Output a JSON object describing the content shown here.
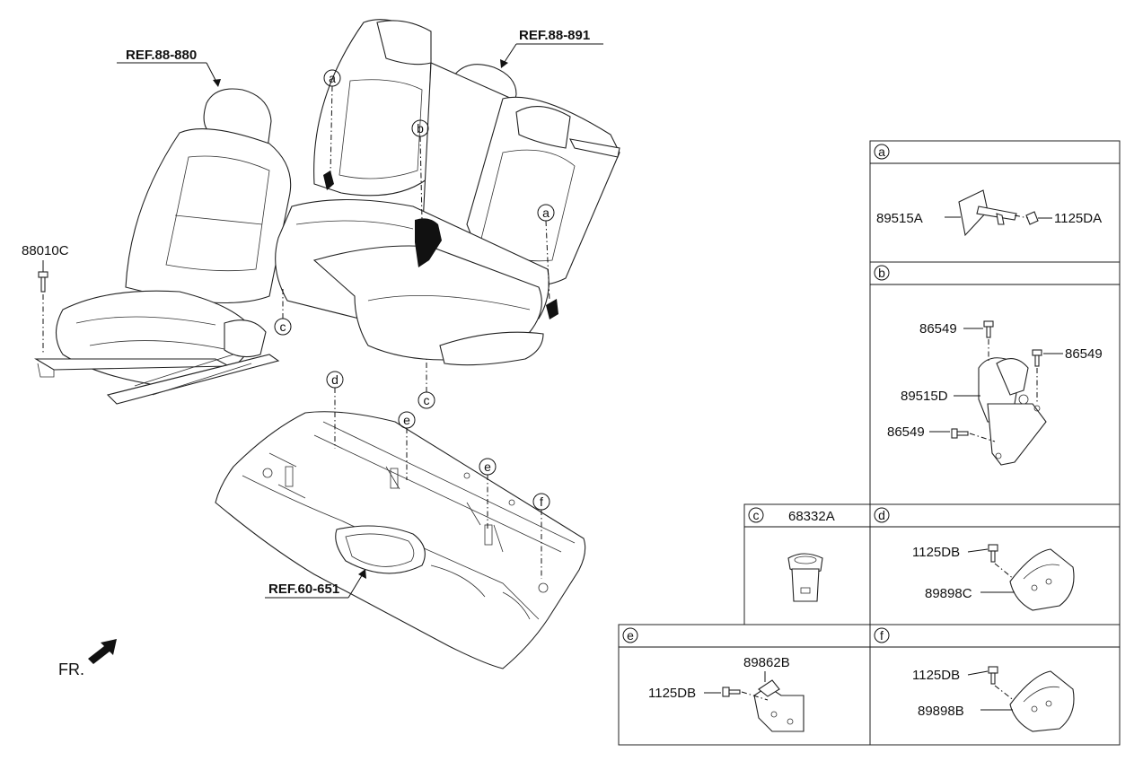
{
  "refs": {
    "front_seat": "REF.88-880",
    "rear_seat": "REF.88-891",
    "floor_panel": "REF.60-651"
  },
  "main_parts": {
    "front_bolt": "88010C"
  },
  "callouts": [
    "a",
    "b",
    "c",
    "d",
    "e",
    "f"
  ],
  "direction": "FR.",
  "detail_boxes": {
    "a": {
      "letter": "a",
      "parts": [
        "89515A",
        "1125DA"
      ]
    },
    "b": {
      "letter": "b",
      "parts": [
        "86549",
        "86549",
        "89515D",
        "86549"
      ]
    },
    "c": {
      "letter": "c",
      "title": "68332A"
    },
    "d": {
      "letter": "d",
      "parts": [
        "1125DB",
        "89898C"
      ]
    },
    "e": {
      "letter": "e",
      "parts": [
        "89862B",
        "1125DB"
      ]
    },
    "f": {
      "letter": "f",
      "parts": [
        "1125DB",
        "89898B"
      ]
    }
  }
}
